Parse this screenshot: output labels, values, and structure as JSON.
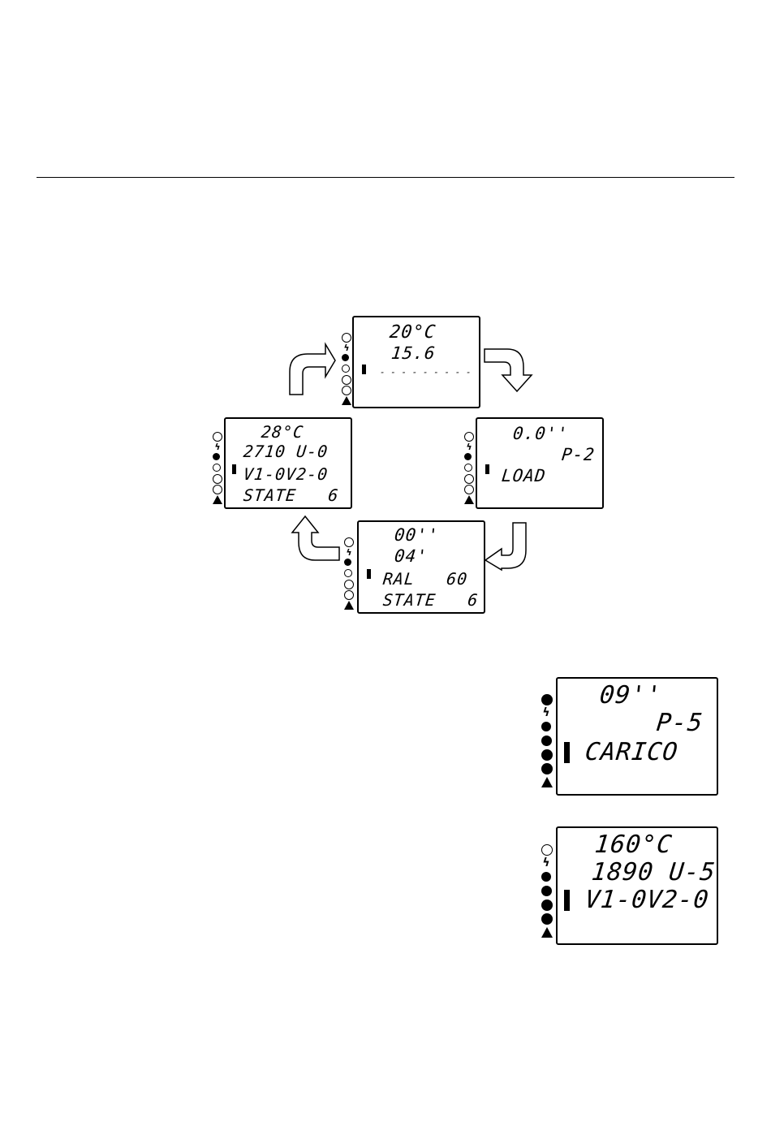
{
  "screens": {
    "top": {
      "line1": "20°C",
      "line2": "15.6",
      "line3": "- - - - - - - - -"
    },
    "right": {
      "line1": "0.0''",
      "line2": "P-2",
      "line3": "LOAD"
    },
    "bottom": {
      "line1": "00''",
      "line2": "04'",
      "line3": "RAL   60",
      "line4": "STATE   6"
    },
    "left": {
      "line1": "28°C",
      "line2": "2710 U-0",
      "line3": "V1-0V2-0",
      "line4": "STATE   6"
    },
    "example1": {
      "line1": "09''",
      "line2": "P-5",
      "line3": "CARICO"
    },
    "example2": {
      "line1": "160°C",
      "line2": "1890 U-5",
      "line3": "V1-0V2-0"
    }
  },
  "icons": [
    "clock-icon",
    "bolt-icon",
    "nozzle-icon",
    "igniter-icon",
    "fan-icon",
    "pump-icon",
    "warning-icon"
  ]
}
